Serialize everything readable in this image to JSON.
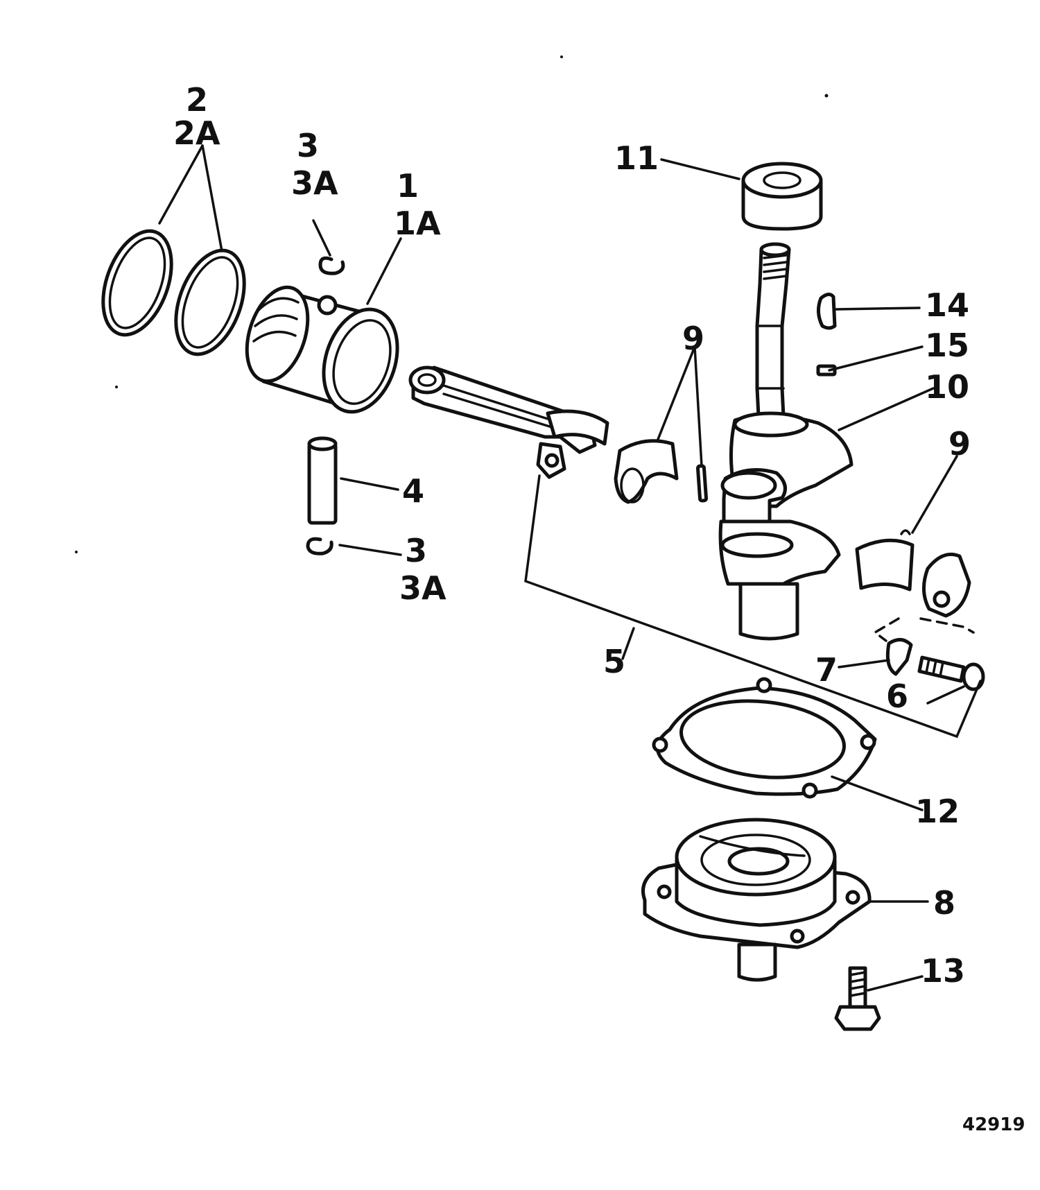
{
  "callouts": {
    "c1": "1",
    "c1a": "1A",
    "c2": "2",
    "c2a": "2A",
    "c3_top": "3",
    "c3a_top": "3A",
    "c3_bottom": "3",
    "c3a_bottom": "3A",
    "c4": "4",
    "c5": "5",
    "c6": "6",
    "c7": "7",
    "c8": "8",
    "c9_left": "9",
    "c9_right": "9",
    "c10": "10",
    "c11": "11",
    "c12": "12",
    "c13": "13",
    "c14": "14",
    "c15": "15"
  },
  "figure_code": "42919"
}
